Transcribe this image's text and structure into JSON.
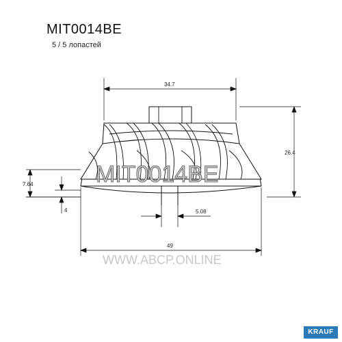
{
  "header": {
    "part_number": "MIT0014BE",
    "blades": "5 / 5 лопастей"
  },
  "dimensions": {
    "top_width": "34.7",
    "height": "26.4",
    "hub_height": "7.64",
    "base_offset": "4",
    "bore": "5.08",
    "base_width": "49"
  },
  "watermark": {
    "overlay_text": "MIT0014BE",
    "site": "WWW.ABCP.ONLINE"
  },
  "brand": {
    "logo": "KRAUF"
  },
  "colors": {
    "line": "#111111",
    "brand_bg": "#2d7ab8",
    "watermark": "#c8c8c8"
  }
}
